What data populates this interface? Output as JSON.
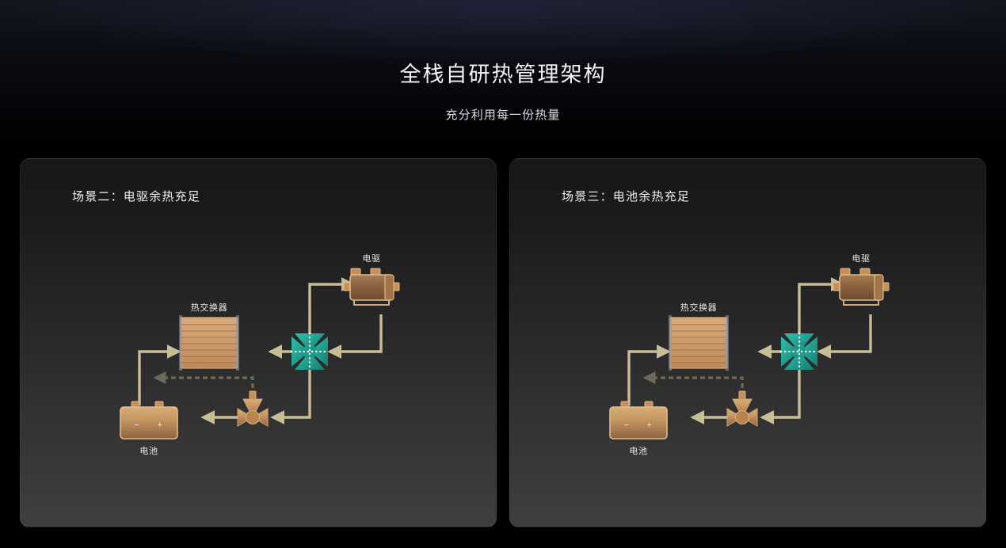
{
  "header": {
    "title": "全栈自研热管理架构",
    "subtitle": "充分利用每一份热量"
  },
  "colors": {
    "page_background_top": "#14151f",
    "page_background_bottom": "#000000",
    "card_background_top": "#171717",
    "card_background_bottom": "#3f3f3f",
    "card_border": "rgba(255,255,255,0.055)",
    "title_text": "#f2f3f6",
    "subtitle_text": "#dcdde1",
    "pipe": "#c9bd95",
    "pipe_dark": "#8f8462",
    "component_fill": "#c99a68",
    "component_fill_dark": "#8a6340",
    "component_stroke": "#e0b98a",
    "valve_teal": "#21a391",
    "valve_teal_dark": "#14796c",
    "flow_dot": "#ffffff",
    "dashed_line": "#59554a"
  },
  "cards": [
    {
      "id": "scene-2",
      "title": "场景二：电驱余热充足",
      "diagram": {
        "nodes": [
          {
            "id": "motor",
            "label": "电驱",
            "type": "electric-motor",
            "label_position": "above"
          },
          {
            "id": "heat-exchanger",
            "label": "热交换器",
            "type": "heat-exchanger",
            "label_position": "above"
          },
          {
            "id": "battery",
            "label": "电池",
            "type": "battery",
            "label_position": "below"
          },
          {
            "id": "four-way-valve",
            "label": "",
            "type": "four-way-valve",
            "label_position": "none"
          },
          {
            "id": "three-way-valve",
            "label": "",
            "type": "three-way-valve",
            "label_position": "none"
          }
        ],
        "flows": [
          {
            "from": "motor",
            "to": "four-way-valve",
            "style": "solid-arrow"
          },
          {
            "from": "four-way-valve",
            "to": "motor",
            "style": "solid-arrow"
          },
          {
            "from": "heat-exchanger",
            "to": "four-way-valve",
            "style": "solid-arrow"
          },
          {
            "from": "battery",
            "to": "heat-exchanger",
            "style": "solid-arrow"
          },
          {
            "from": "four-way-valve",
            "to": "three-way-valve",
            "style": "solid-arrow"
          },
          {
            "from": "three-way-valve",
            "to": "battery",
            "style": "solid-arrow"
          },
          {
            "from": "three-way-valve",
            "to": "battery-return",
            "style": "dashed-arrow"
          }
        ]
      }
    },
    {
      "id": "scene-3",
      "title": "场景三：电池余热充足",
      "diagram": {
        "nodes": [
          {
            "id": "motor",
            "label": "电驱",
            "type": "electric-motor",
            "label_position": "above"
          },
          {
            "id": "heat-exchanger",
            "label": "热交换器",
            "type": "heat-exchanger",
            "label_position": "above"
          },
          {
            "id": "battery",
            "label": "电池",
            "type": "battery",
            "label_position": "below"
          },
          {
            "id": "four-way-valve",
            "label": "",
            "type": "four-way-valve",
            "label_position": "none"
          },
          {
            "id": "three-way-valve",
            "label": "",
            "type": "three-way-valve",
            "label_position": "none"
          }
        ],
        "flows": [
          {
            "from": "motor",
            "to": "four-way-valve",
            "style": "solid-arrow"
          },
          {
            "from": "four-way-valve",
            "to": "motor",
            "style": "solid-arrow"
          },
          {
            "from": "heat-exchanger",
            "to": "four-way-valve",
            "style": "solid-arrow"
          },
          {
            "from": "battery",
            "to": "heat-exchanger",
            "style": "solid-arrow"
          },
          {
            "from": "four-way-valve",
            "to": "three-way-valve",
            "style": "solid-arrow"
          },
          {
            "from": "three-way-valve",
            "to": "battery",
            "style": "solid-arrow"
          },
          {
            "from": "three-way-valve",
            "to": "battery-return",
            "style": "dashed-arrow"
          }
        ]
      }
    }
  ],
  "battery_terminals": {
    "negative": "−",
    "positive": "+"
  }
}
